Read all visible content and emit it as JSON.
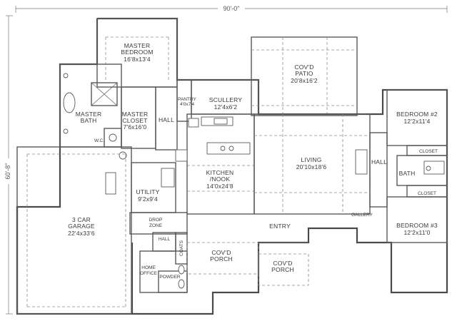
{
  "dimensions": {
    "width": "90'-0\"",
    "depth": "60'-8\""
  },
  "rooms": {
    "master_bedroom": {
      "name": "MASTER BEDROOM",
      "line1": "MASTER",
      "line2": "BEDROOM",
      "size": "16'8x13'4"
    },
    "covd_patio": {
      "line1": "COV'D",
      "line2": "PATIO",
      "size": "20'8x16'2"
    },
    "pantry": {
      "name": "PANTRY",
      "size": "4'0x7'4"
    },
    "scullery": {
      "name": "SCULLERY",
      "size": "12'4x6'2"
    },
    "bedroom2": {
      "name": "BEDROOM #2",
      "size": "12'2x11'4"
    },
    "closet_b2": {
      "name": "CLOSET"
    },
    "master_bath": {
      "line1": "MASTER",
      "line2": "BATH"
    },
    "master_closet": {
      "line1": "MASTER",
      "line2": "CLOSET",
      "size": "7'6x16'0"
    },
    "hall_master": {
      "name": "HALL"
    },
    "wc": {
      "name": "W.C."
    },
    "kitchen": {
      "line1": "KITCHEN",
      "line2": "/NOOK",
      "size": "14'0x24'8"
    },
    "living": {
      "name": "LIVING",
      "size": "20'10x18'6"
    },
    "hall_east": {
      "name": "HALL"
    },
    "bath": {
      "name": "BATH"
    },
    "closet_b3": {
      "name": "CLOSET"
    },
    "utility": {
      "name": "UTILITY",
      "size": "9'2x9'4"
    },
    "garage": {
      "name": "3 CAR",
      "line2": "GARAGE",
      "size": "22'4x33'6"
    },
    "drop_zone": {
      "line1": "DROP",
      "line2": "ZONE"
    },
    "gallery": {
      "name": "GALLERY"
    },
    "bedroom3": {
      "name": "BEDROOM #3",
      "size": "12'2x11'0"
    },
    "entry": {
      "name": "ENTRY"
    },
    "hall_mud": {
      "name": "HALL"
    },
    "coats": {
      "name": "COATS"
    },
    "covd_porch_left": {
      "line1": "COV'D",
      "line2": "PORCH"
    },
    "covd_porch_right": {
      "line1": "COV'D",
      "line2": "PORCH"
    },
    "home_office": {
      "line1": "HOME",
      "line2": "OFFICE"
    },
    "powder": {
      "name": "POWDER"
    }
  }
}
